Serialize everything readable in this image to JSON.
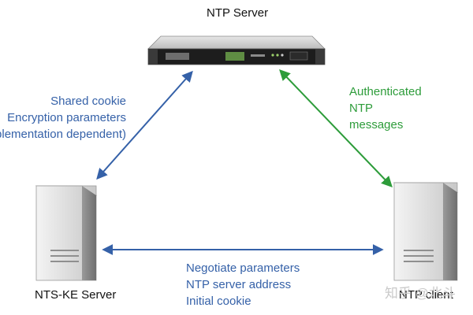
{
  "nodes": {
    "ntp_server": {
      "label": "NTP Server"
    },
    "nts_ke_server": {
      "label": "NTS-KE Server"
    },
    "ntp_client": {
      "label": "NTP client"
    }
  },
  "edges": {
    "ke_to_ntp": {
      "color": "#3561a8",
      "lines": [
        "Shared cookie",
        "Encryption parameters",
        "(Implementation dependent)"
      ]
    },
    "ntp_to_client": {
      "color": "#2d9c3a",
      "lines": [
        "Authenticated",
        "NTP",
        "messages"
      ]
    },
    "ke_to_client": {
      "color": "#3561a8",
      "lines": [
        "Negotiate parameters",
        "NTP server address",
        "Initial cookie"
      ]
    }
  },
  "watermark": {
    "text": "知乎 @北斗"
  }
}
